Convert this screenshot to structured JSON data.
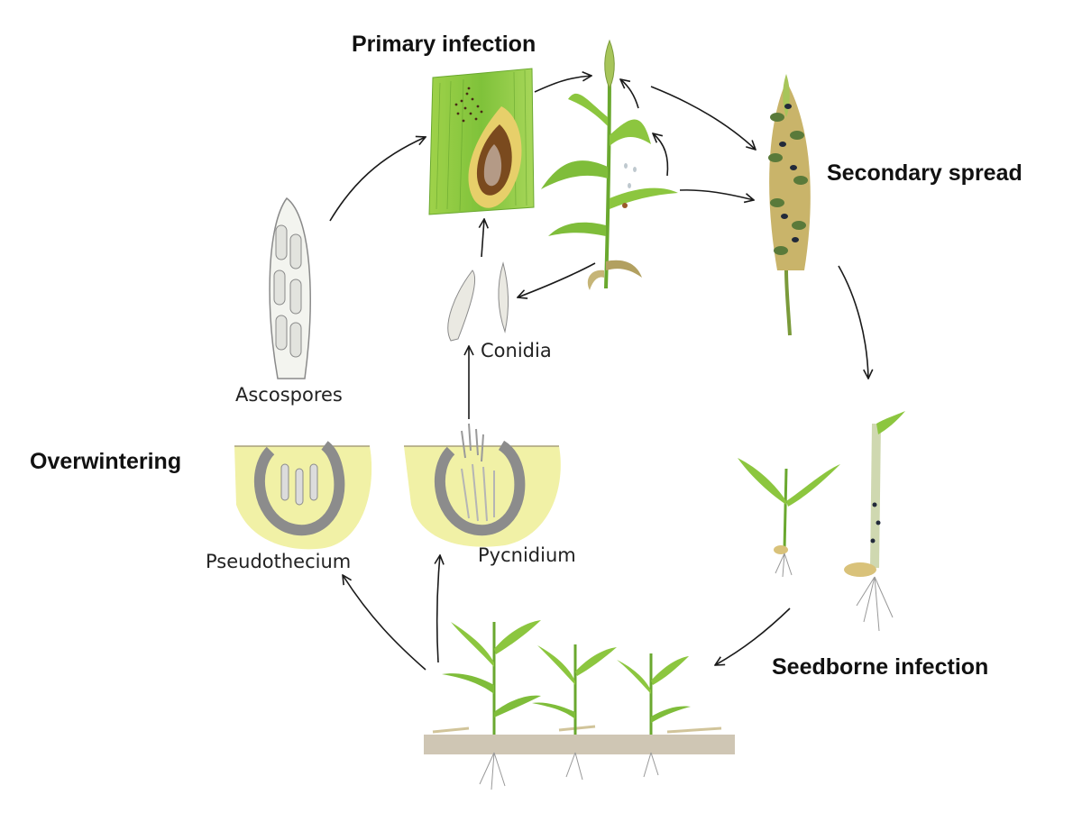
{
  "stages": {
    "primary_infection": "Primary infection",
    "secondary_spread": "Secondary spread",
    "seedborne_infection": "Seedborne infection",
    "overwintering": "Overwintering"
  },
  "structures": {
    "conidia": "Conidia",
    "ascospores": "Ascospores",
    "pseudothecium": "Pseudothecium",
    "pycnidium": "Pycnidium"
  },
  "colors": {
    "leaf_green": "#8cc63f",
    "leaf_dark": "#4e8f2a",
    "lesion_brown": "#7a4a1e",
    "grain_tan": "#c9b46a",
    "tissue_yellow": "#f1f1a6",
    "fruiting_body_grey": "#8c8c8c",
    "soil": "#cfc6b4"
  }
}
